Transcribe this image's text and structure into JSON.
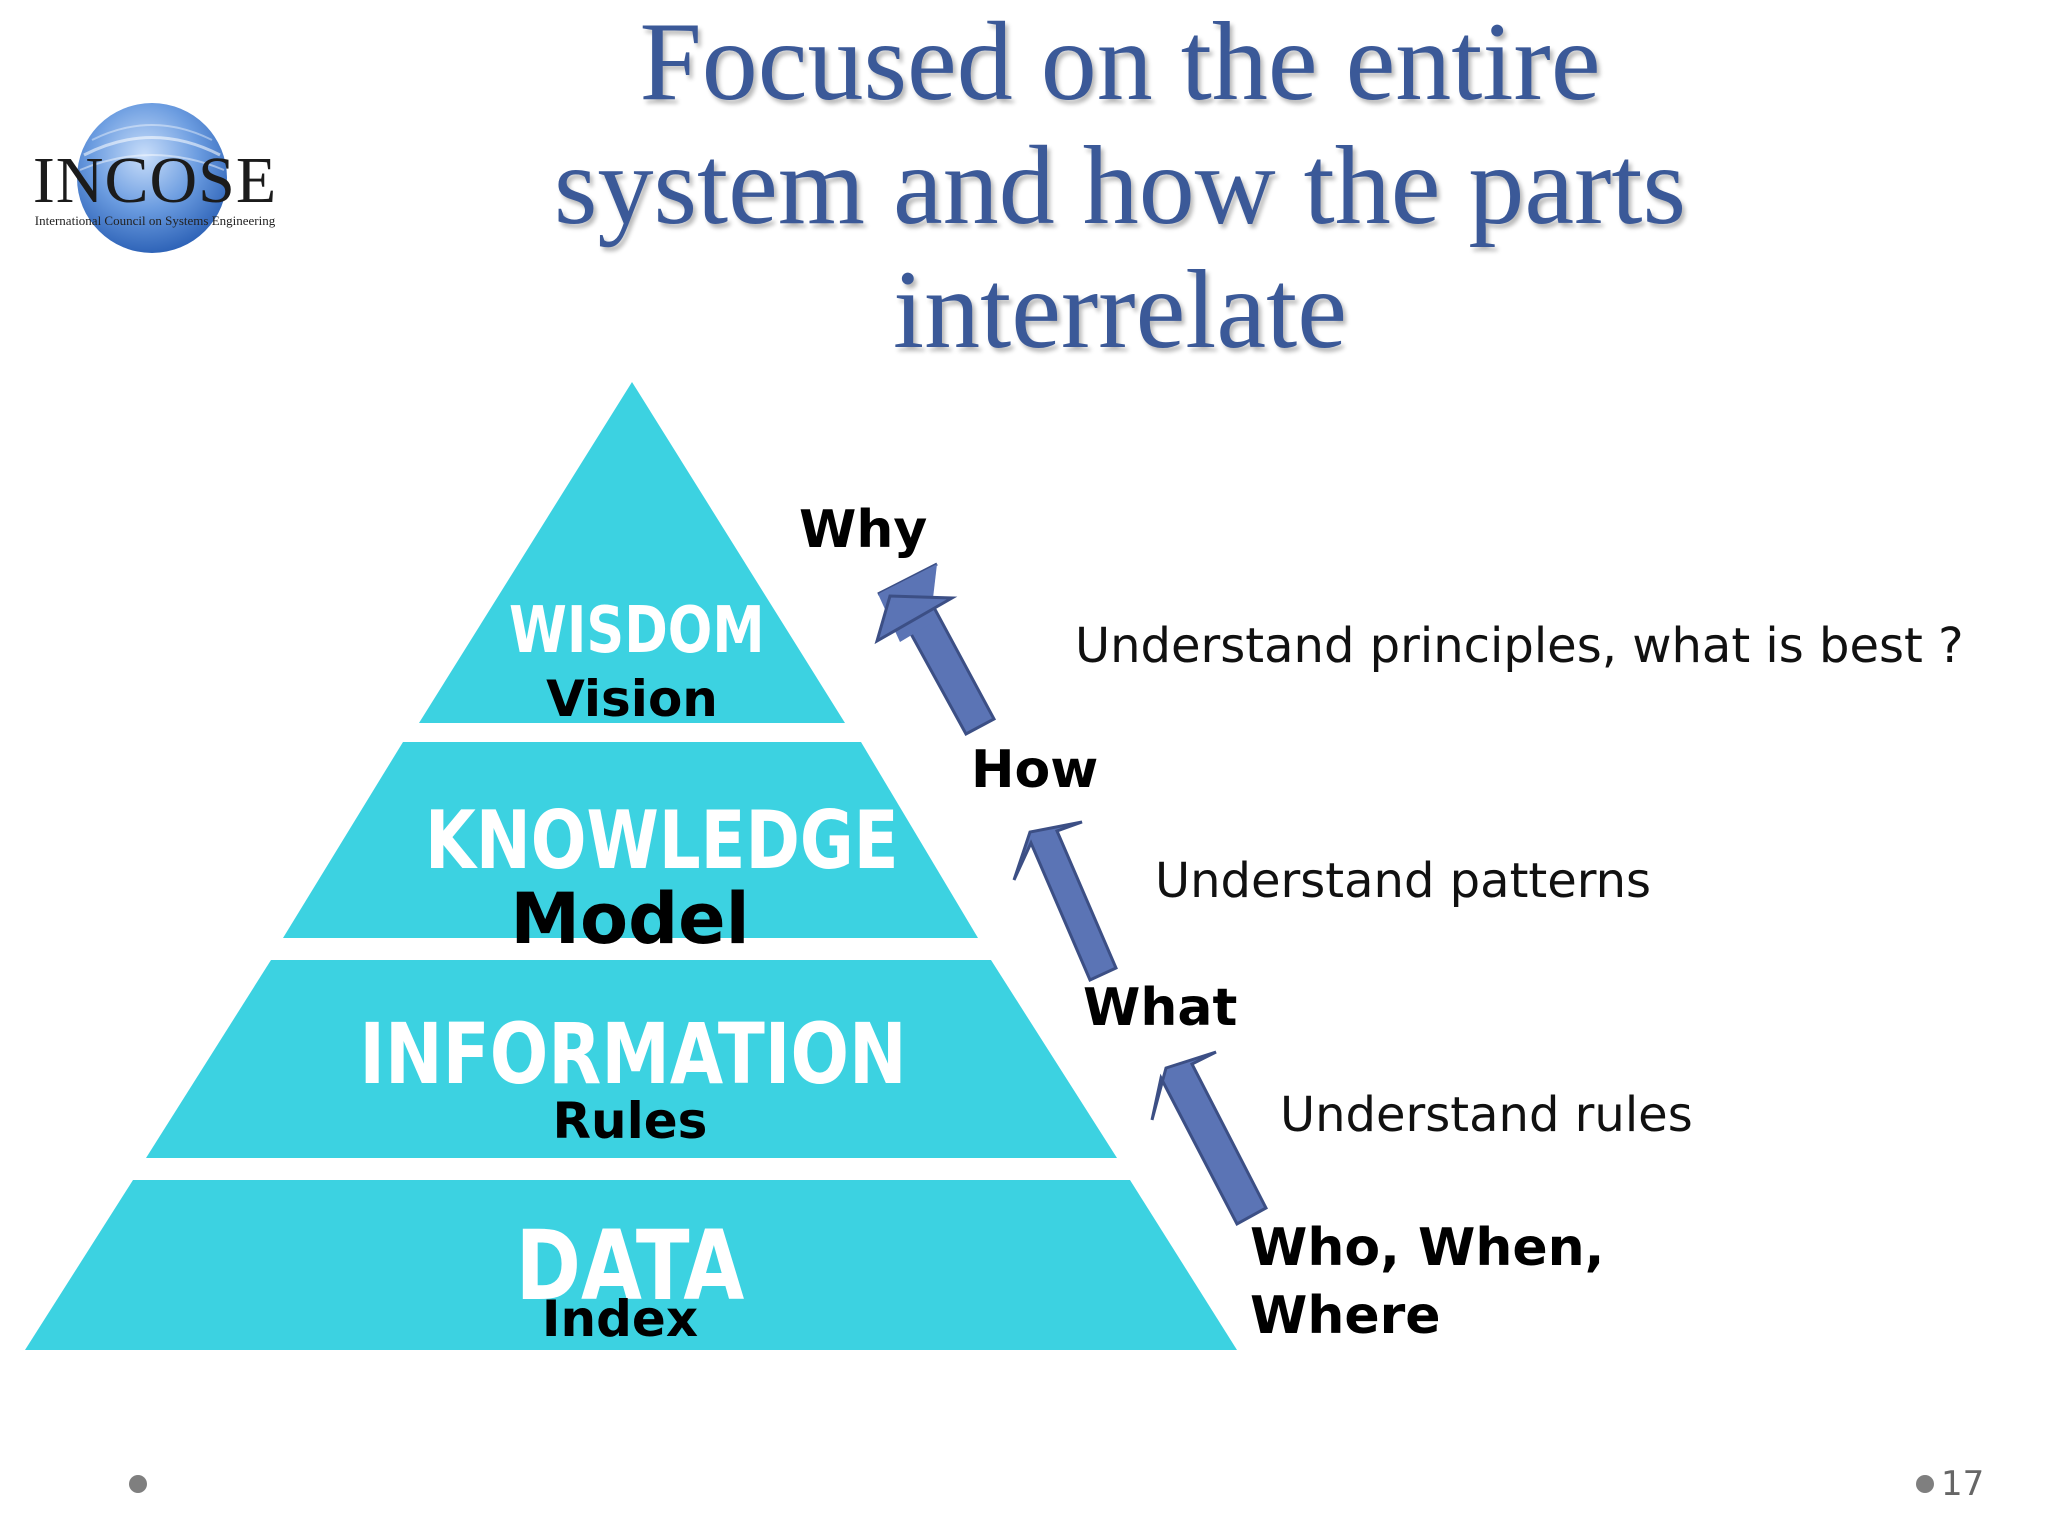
{
  "slide": {
    "title_lines": [
      "Focused on the entire",
      "system and how the parts",
      "interrelate"
    ],
    "page_number": "17"
  },
  "logo": {
    "word": "INCOSE",
    "subtitle": "International Council on Systems Engineering"
  },
  "pyramid": {
    "fill_color": "#3cd2e1",
    "tiers": [
      {
        "title": "WISDOM",
        "subtitle": "Vision"
      },
      {
        "title": "KNOWLEDGE",
        "subtitle": "Model"
      },
      {
        "title": "INFORMATION",
        "subtitle": "Rules"
      },
      {
        "title": "DATA",
        "subtitle": "Index"
      }
    ]
  },
  "ladder": {
    "arrow_color": "#5b74b5",
    "questions": [
      "Why",
      "How",
      "What",
      "Who, When,",
      "Where"
    ],
    "descriptions": [
      "Understand principles, what is best ?",
      "Understand patterns",
      "Understand rules"
    ]
  },
  "colors": {
    "title": "#3b5998",
    "logo_globe": "#5a8fd6"
  }
}
